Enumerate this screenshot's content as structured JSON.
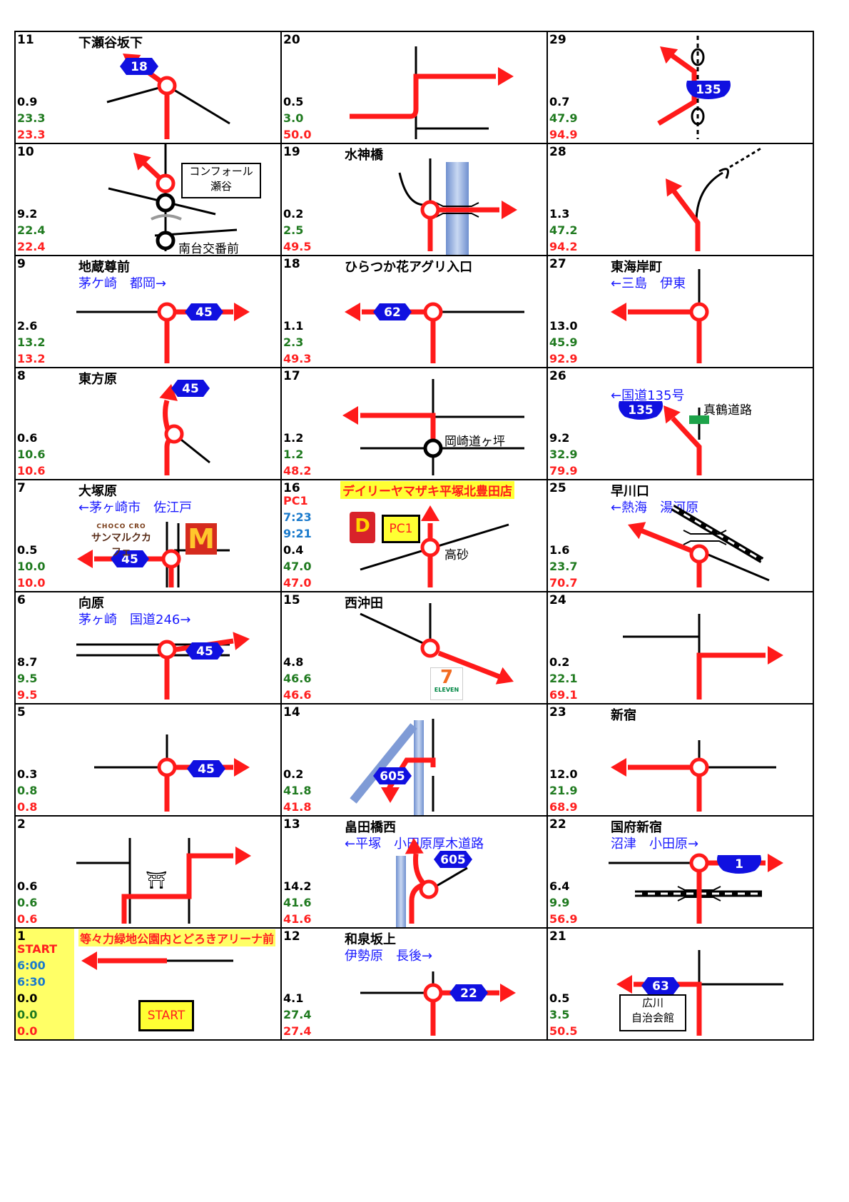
{
  "cells": [
    {
      "num": "11",
      "name": "下瀬谷坂下",
      "dir": "",
      "s1": "0.9",
      "s2": "23.3",
      "s3": "23.3",
      "extra": {
        "route": "18"
      }
    },
    {
      "num": "20",
      "name": "",
      "dir": "",
      "s1": "0.5",
      "s2": "3.0",
      "s3": "50.0"
    },
    {
      "num": "29",
      "name": "",
      "dir": "",
      "s1": "0.7",
      "s2": "47.9",
      "s3": "94.9",
      "extra": {
        "route": "135"
      }
    },
    {
      "num": "10",
      "name": "",
      "dir": "",
      "s1": "9.2",
      "s2": "22.4",
      "s3": "22.4",
      "extra": {
        "box": "コンフォール\n瀬谷",
        "label": "南台交番前"
      }
    },
    {
      "num": "19",
      "name": "水神橋",
      "dir": "",
      "s1": "0.2",
      "s2": "2.5",
      "s3": "49.5"
    },
    {
      "num": "28",
      "name": "",
      "dir": "",
      "s1": "1.3",
      "s2": "47.2",
      "s3": "94.2"
    },
    {
      "num": "9",
      "name": "地蔵尊前",
      "dir": "茅ケ崎　都岡→",
      "s1": "2.6",
      "s2": "13.2",
      "s3": "13.2",
      "extra": {
        "route": "45"
      }
    },
    {
      "num": "18",
      "name": "ひらつか花アグリ入口",
      "dir": "",
      "s1": "1.1",
      "s2": "2.3",
      "s3": "49.3",
      "extra": {
        "route": "62"
      }
    },
    {
      "num": "27",
      "name": "東海岸町",
      "dir": "←三島　伊東",
      "s1": "13.0",
      "s2": "45.9",
      "s3": "92.9"
    },
    {
      "num": "8",
      "name": "東方原",
      "dir": "",
      "s1": "0.6",
      "s2": "10.6",
      "s3": "10.6",
      "extra": {
        "route": "45"
      }
    },
    {
      "num": "17",
      "name": "",
      "dir": "",
      "s1": "1.2",
      "s2": "1.2",
      "s3": "48.2",
      "extra": {
        "label": "岡崎道ヶ坪"
      }
    },
    {
      "num": "26",
      "name": "",
      "dir": "←国道135号",
      "s1": "9.2",
      "s2": "32.9",
      "s3": "79.9",
      "extra": {
        "route": "135",
        "label": "真鶴道路"
      }
    },
    {
      "num": "7",
      "name": "大塚原",
      "dir": "←茅ヶ崎市　佐江戸",
      "s1": "0.5",
      "s2": "10.0",
      "s3": "10.0",
      "extra": {
        "route": "45",
        "logo1": "サンマルクカフェ",
        "logo1sub": "CHOCO CRO",
        "logo2": "M"
      }
    },
    {
      "num": "16",
      "name": "デイリーヤマザキ平塚北豊田店",
      "dir": "",
      "ctrl": "PC1",
      "t1": "7:23",
      "t2": "9:21",
      "s1": "0.4",
      "s2": "47.0",
      "s3": "47.0",
      "extra": {
        "pc": "PC1",
        "label": "高砂",
        "logoChar": "D"
      }
    },
    {
      "num": "25",
      "name": "早川口",
      "dir": "←熱海　湯河原",
      "s1": "1.6",
      "s2": "23.7",
      "s3": "70.7"
    },
    {
      "num": "6",
      "name": "向原",
      "dir": "茅ヶ崎　国道246→",
      "s1": "8.7",
      "s2": "9.5",
      "s3": "9.5",
      "extra": {
        "route": "45"
      }
    },
    {
      "num": "15",
      "name": "西沖田",
      "dir": "",
      "s1": "4.8",
      "s2": "46.6",
      "s3": "46.6",
      "extra": {
        "logoText": "ELEVEN",
        "logoNum": "7"
      }
    },
    {
      "num": "24",
      "name": "",
      "dir": "",
      "s1": "0.2",
      "s2": "22.1",
      "s3": "69.1"
    },
    {
      "num": "5",
      "name": "",
      "dir": "",
      "s1": "0.3",
      "s2": "0.8",
      "s3": "0.8",
      "extra": {
        "route": "45"
      }
    },
    {
      "num": "14",
      "name": "",
      "dir": "",
      "s1": "0.2",
      "s2": "41.8",
      "s3": "41.8",
      "extra": {
        "route": "605"
      }
    },
    {
      "num": "23",
      "name": "新宿",
      "dir": "",
      "s1": "12.0",
      "s2": "21.9",
      "s3": "68.9"
    },
    {
      "num": "2",
      "name": "",
      "dir": "",
      "s1": "0.6",
      "s2": "0.6",
      "s3": "0.6",
      "extra": {
        "label": "⛩"
      }
    },
    {
      "num": "13",
      "name": "畠田橋西",
      "dir": "←平塚　小田原厚木道路",
      "s1": "14.2",
      "s2": "41.6",
      "s3": "41.6",
      "extra": {
        "route": "605"
      }
    },
    {
      "num": "22",
      "name": "国府新宿",
      "dir": "沼津　小田原→",
      "s1": "6.4",
      "s2": "9.9",
      "s3": "56.9",
      "extra": {
        "route": "1"
      }
    },
    {
      "num": "1",
      "name": "等々力緑地公園内とどろきアリーナ前",
      "dir": "",
      "ctrl": "START",
      "t1": "6:00",
      "t2": "6:30",
      "s1": "0.0",
      "s2": "0.0",
      "s3": "0.0",
      "extra": {
        "start": "START"
      }
    },
    {
      "num": "12",
      "name": "和泉坂上",
      "dir": "伊勢原　長後→",
      "s1": "4.1",
      "s2": "27.4",
      "s3": "27.4",
      "extra": {
        "route": "22"
      }
    },
    {
      "num": "21",
      "name": "",
      "dir": "",
      "s1": "0.5",
      "s2": "3.5",
      "s3": "50.5",
      "extra": {
        "route": "63",
        "box": "広川\n自治会館"
      }
    }
  ],
  "colors": {
    "route": "#ff1a1a",
    "road": "#000000",
    "sign": "#1010e0",
    "green": "#1f7a1f"
  }
}
